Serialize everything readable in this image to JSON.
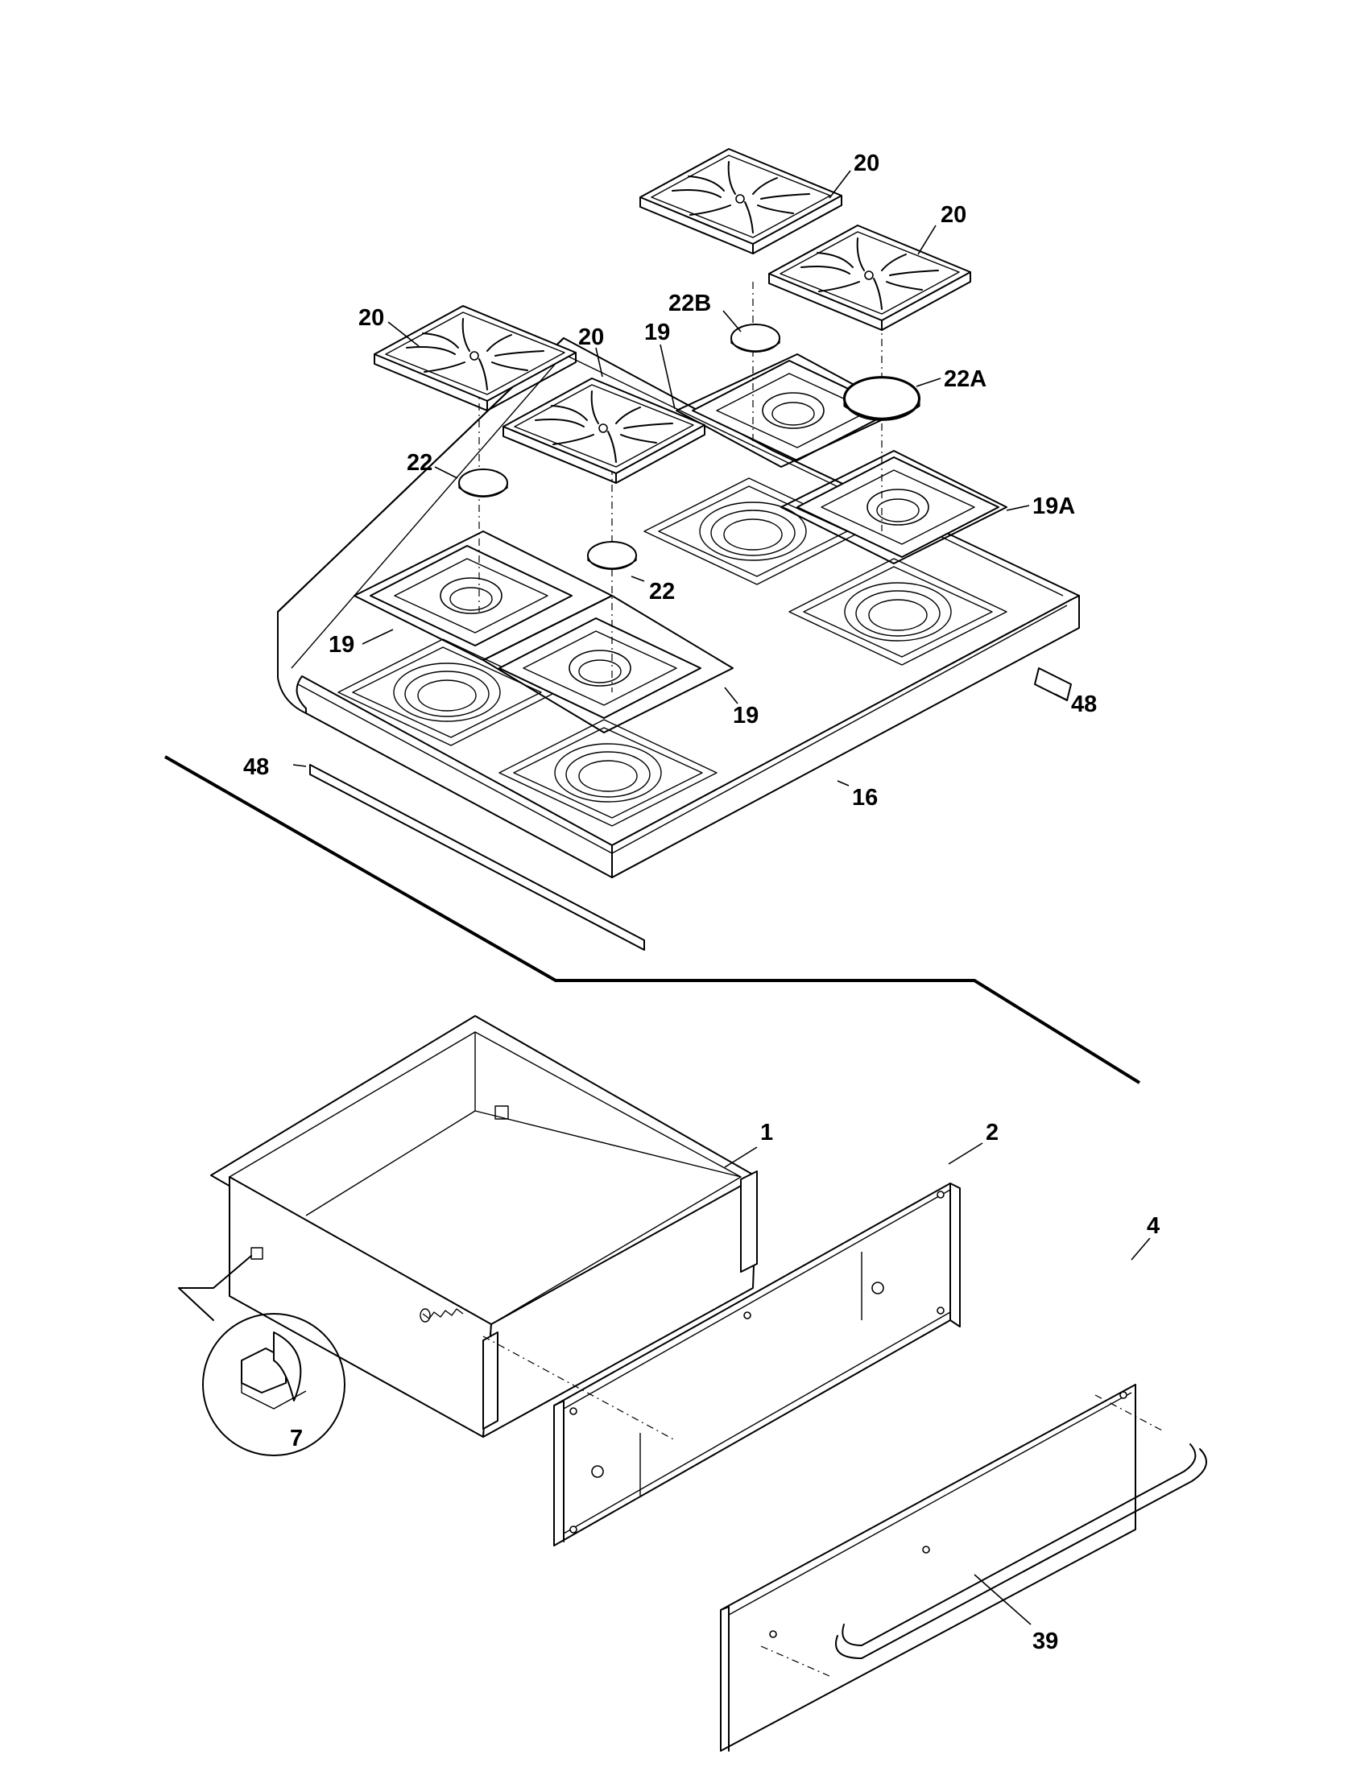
{
  "callouts": {
    "c20a": "20",
    "c20b": "20",
    "c20c": "20",
    "c20d": "20",
    "c22b": "22B",
    "c19a": "19",
    "c22a": "22A",
    "c22c": "22",
    "c19A": "19A",
    "c22d": "22",
    "c19b": "19",
    "c19c": "19",
    "c48a": "48",
    "c48b": "48",
    "c16": "16",
    "c1": "1",
    "c2": "2",
    "c4": "4",
    "c7": "7",
    "c39": "39"
  }
}
